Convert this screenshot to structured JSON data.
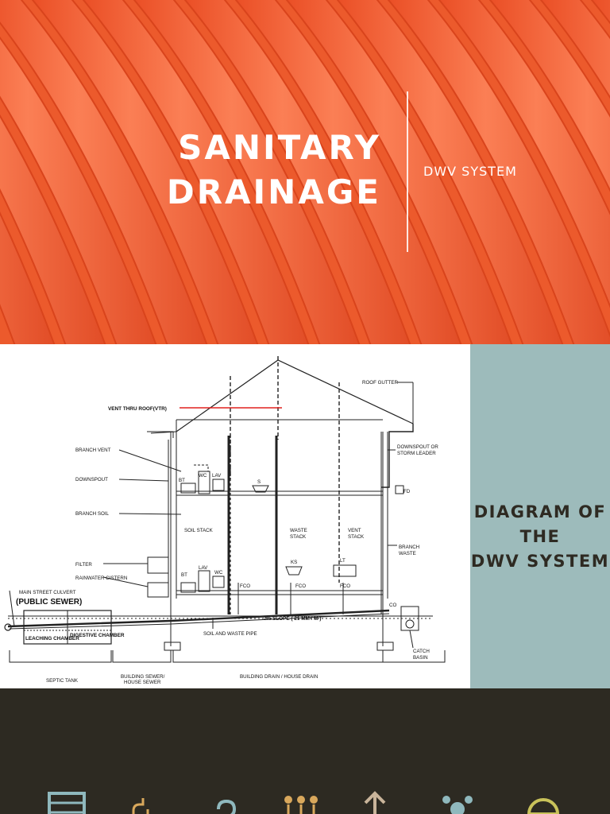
{
  "hero": {
    "title_line1": "SANITARY",
    "title_line2": "DRAINAGE",
    "subtitle": "DWV SYSTEM"
  },
  "diagram_slide": {
    "title_line1": "DIAGRAM OF THE",
    "title_line2": "DWV SYSTEM",
    "labels": {
      "vtr": "VENT THRU ROOF(VTR)",
      "roof_gutter": "ROOF GUTTER",
      "branch_vent": "BRANCH VENT",
      "downspout_left": "DOWNSPOUT",
      "branch_soil": "BRANCH SOIL",
      "filter": "FILTER",
      "rainwater_cistern": "RAINWATER CISTERN",
      "main_street_culvert": "MAIN STREET CULVERT",
      "public_sewer": "(PUBLIC SEWER)",
      "leaching_chamber": "LEACHING CHAMBER",
      "digestive_chamber": "DIGESTIVE CHAMBER",
      "septic_tank": "SEPTIC TANK",
      "building_sewer_1": "BUILDING SEWER/",
      "building_sewer_2": "HOUSE SEWER",
      "building_drain": "BUILDING DRAIN / HOUSE DRAIN",
      "soil_waste_pipe": "SOIL AND WASTE PIPE",
      "slope": "2% SLOPE  ( 21 MM / M )",
      "soil_stack": "SOIL STACK",
      "waste_stack_1": "WASTE",
      "waste_stack_2": "STACK",
      "vent_stack_1": "VENT",
      "vent_stack_2": "STACK",
      "downspout_right_1": "DOWNSPOUT OR",
      "downspout_right_2": "STORM LEADER",
      "branch_waste_1": "BRANCH",
      "branch_waste_2": "WASTE",
      "catch_basin_1": "CATCH",
      "catch_basin_2": "BASIN",
      "fd": "FD",
      "co": "CO",
      "bt_top": "BT",
      "wc_top": "WC",
      "lav_top": "LAV",
      "s": "S",
      "bt_bottom": "BT",
      "lav_bottom": "LAV",
      "wc_bottom": "WC",
      "ks": "KS",
      "lt": "LT",
      "fco1": "FCO",
      "fco2": "FCO",
      "fco3": "FCO"
    }
  },
  "colors": {
    "hero_orange": "#f06a3c",
    "panel_teal": "#9dbbbb",
    "band_dark": "#2d2a22",
    "vtr_highlight": "#e0201f",
    "icon_teal": "#8fb8bd",
    "icon_gold": "#d9a85c",
    "icon_tan": "#c9b49a",
    "icon_olive": "#c9c25a"
  },
  "icons": [
    "abacus-icon",
    "pipe-tap-icon",
    "pipe-loop-icon",
    "dots-icon",
    "arrow-up-icon",
    "splash-icon",
    "steering-wheel-icon"
  ]
}
